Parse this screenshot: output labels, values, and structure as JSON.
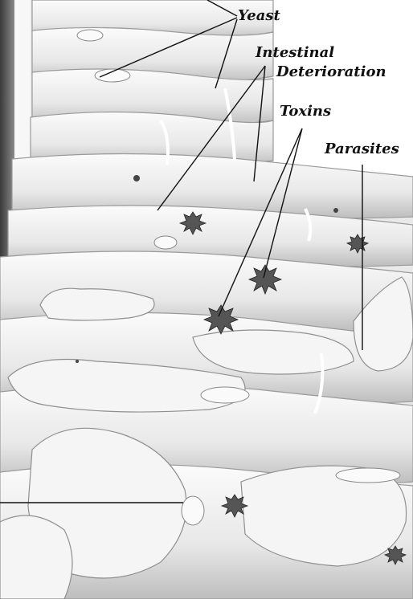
{
  "labels": {
    "yeast": "Yeast",
    "intestinal_line1": "Intestinal",
    "intestinal_line2": "Deterioration",
    "toxins": "Toxins",
    "parasites": "Parasites"
  },
  "colors": {
    "background": "#e9e9e9",
    "cell_fill": "#f3f3f3",
    "cell_edge": "#9a9a9a",
    "shadow": "#b8b8b8",
    "ink": "#111111",
    "dark_band": "#555555"
  }
}
